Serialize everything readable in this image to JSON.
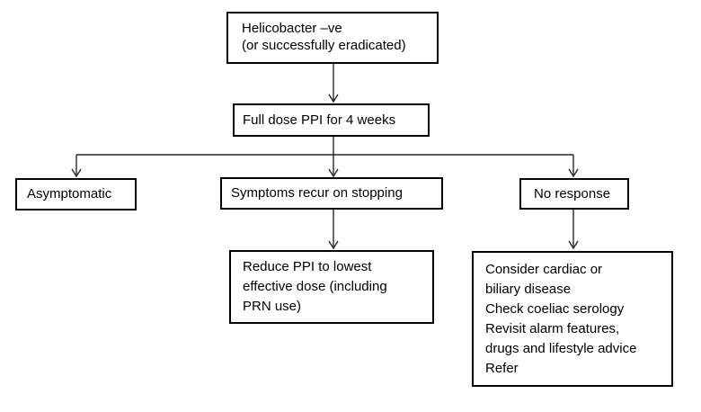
{
  "colors": {
    "background": "#ffffff",
    "box_border": "#000000",
    "text": "#000000",
    "connector": "#262626"
  },
  "flowchart": {
    "nodes": {
      "helicobacter_negative": {
        "lines": [
          "Helicobacter –ve",
          "(or successfully eradicated)"
        ]
      },
      "full_dose_ppi": {
        "label": "Full dose PPI for 4 weeks"
      },
      "asymptomatic": {
        "label": "Asymptomatic"
      },
      "symptoms_recur": {
        "label": "Symptoms recur on stopping"
      },
      "no_response": {
        "label": "No response"
      },
      "reduce_ppi": {
        "lines": [
          "Reduce PPI to lowest",
          "effective dose (including",
          "PRN use)"
        ]
      },
      "no_response_actions": {
        "lines": [
          "Consider cardiac or",
          "biliary disease",
          "Check coeliac serology",
          "Revisit alarm features,",
          "drugs and lifestyle advice",
          "Refer"
        ]
      }
    },
    "edges": [
      {
        "from": "helicobacter_negative",
        "to": "full_dose_ppi"
      },
      {
        "from": "full_dose_ppi",
        "to": "asymptomatic"
      },
      {
        "from": "full_dose_ppi",
        "to": "symptoms_recur"
      },
      {
        "from": "full_dose_ppi",
        "to": "no_response"
      },
      {
        "from": "symptoms_recur",
        "to": "reduce_ppi"
      },
      {
        "from": "no_response",
        "to": "no_response_actions"
      }
    ]
  }
}
